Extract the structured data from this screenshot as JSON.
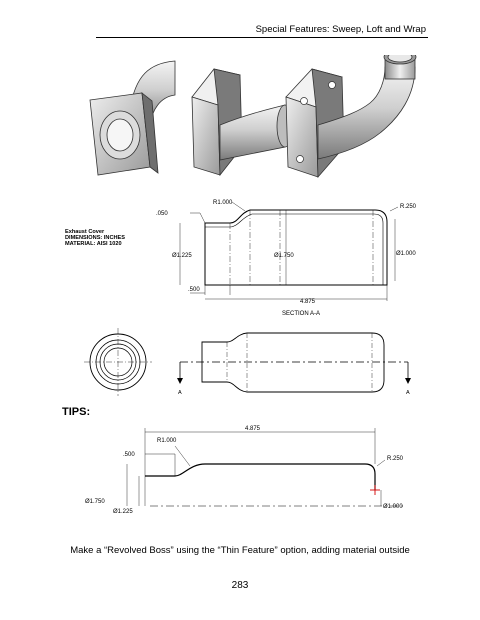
{
  "header": {
    "title": "Special Features: Sweep, Loft and Wrap"
  },
  "drawing": {
    "notes": [
      "Exhaust Cover",
      "DIMENSIONS: INCHES",
      "MATERIAL: AISI 1020"
    ],
    "dims": {
      "d050": ".050",
      "r1000": "R1.000",
      "r250": "R.250",
      "dia1225": "Ø1.225",
      "dia1750": "Ø1.750",
      "dia1000": "Ø1.000",
      "d500": ".500",
      "d4875": "4.875"
    },
    "section_label": "SECTION A-A",
    "arrow_label": "A"
  },
  "tips": {
    "label": "TIPS:",
    "dims": {
      "d4875": "4.875",
      "r1000": "R1.000",
      "d500": ".500",
      "r250": "R.250",
      "dia1750": "Ø1.750",
      "dia1225": "Ø1.225",
      "dia1000": "Ø1.000"
    }
  },
  "caption": "Make a “Revolved Boss” using the “Thin Feature” option, adding material outside",
  "page_number": "283"
}
